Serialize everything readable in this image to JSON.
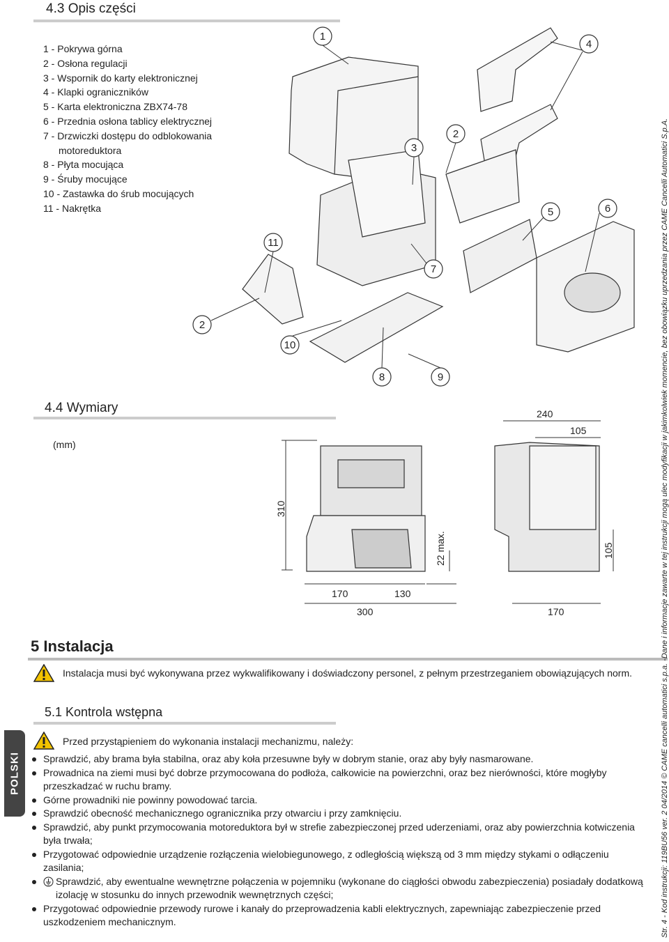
{
  "section_43": {
    "title": "4.3 Opis części"
  },
  "parts": [
    "1 - Pokrywa górna",
    "2 - Osłona regulacji",
    "3 - Wspornik do karty elektronicznej",
    "4 - Klapki ograniczników",
    "5 - Karta elektroniczna ZBX74-78",
    "6 - Przednia osłona tablicy elektrycznej",
    "7 - Drzwiczki dostępu do odblokowania",
    "motoreduktora",
    "8 - Płyta mocująca",
    "9 - Śruby mocujące",
    "10 - Zastawka do śrub mocujących",
    "11 - Nakrętka"
  ],
  "callouts": [
    "1",
    "2",
    "3",
    "4",
    "5",
    "6",
    "7",
    "8",
    "9",
    "10",
    "11",
    "2"
  ],
  "section_44": {
    "title": "4.4 Wymiary",
    "unit": "(mm)"
  },
  "dimensions": {
    "h310": "310",
    "d22": "22 max.",
    "w170a": "170",
    "w130": "130",
    "w300": "300",
    "w240": "240",
    "w105a": "105",
    "h105": "105",
    "w170b": "170"
  },
  "section_5": {
    "title": "5 Instalacja",
    "warning": "Instalacja musi być wykonywana przez wykwalifikowany i doświadczony personel, z pełnym przestrzeganiem obowiązujących norm."
  },
  "section_51": {
    "title": "5.1 Kontrola wstępna",
    "warning": "Przed przystąpieniem do wykonania instalacji mechanizmu, należy:",
    "bullets": [
      "Sprawdzić, aby brama była stabilna, oraz aby koła przesuwne były w dobrym stanie, oraz aby były nasmarowane.",
      "Prowadnica na ziemi musi być dobrze przymocowana do podłoża, całkowicie na powierzchni, oraz bez nierówności, które mogłyby przeszkadzać w ruchu bramy.",
      "Górne prowadniki nie powinny powodować tarcia.",
      "Sprawdzić obecność mechanicznego ogranicznika przy otwarciu i przy zamknięciu.",
      "Sprawdzić, aby punkt przymocowania motoreduktora był w strefie zabezpieczonej przed uderzeniami, oraz aby powierzchnia kotwiczenia była trwała;",
      "Przygotować odpowiednie urządzenie rozłączenia wielobiegunowego, z odległością większą od 3 mm między stykami o odłączeniu zasilania;",
      "Sprawdzić, aby ewentualne wewnętrzne połączenia w pojemniku (wykonane do ciągłości obwodu zabezpieczenia) posiadały dodatkową izolację w stosunku do innych przewodnik wewnętrznych części;",
      "Przygotować odpowiednie przewody rurowe i kanały do przeprowadzenia kabli elektrycznych, zapewniając zabezpieczenie przed uszkodzeniem mechanicznym."
    ]
  },
  "side_tab": "POLSKI",
  "footer_vertical": "Str. 4 - Kod instrukcji: 119BU56 ver. 2 04/2014 © CAME cancelli automatici s.p.a. -Dane i informacje zawarte w tej instrukcji mogą ulec modyfikacji w jakimkolwiek momencie, bez obowiązku uprzedzania przez CAME Cancelli Automatici S.p.A."
}
